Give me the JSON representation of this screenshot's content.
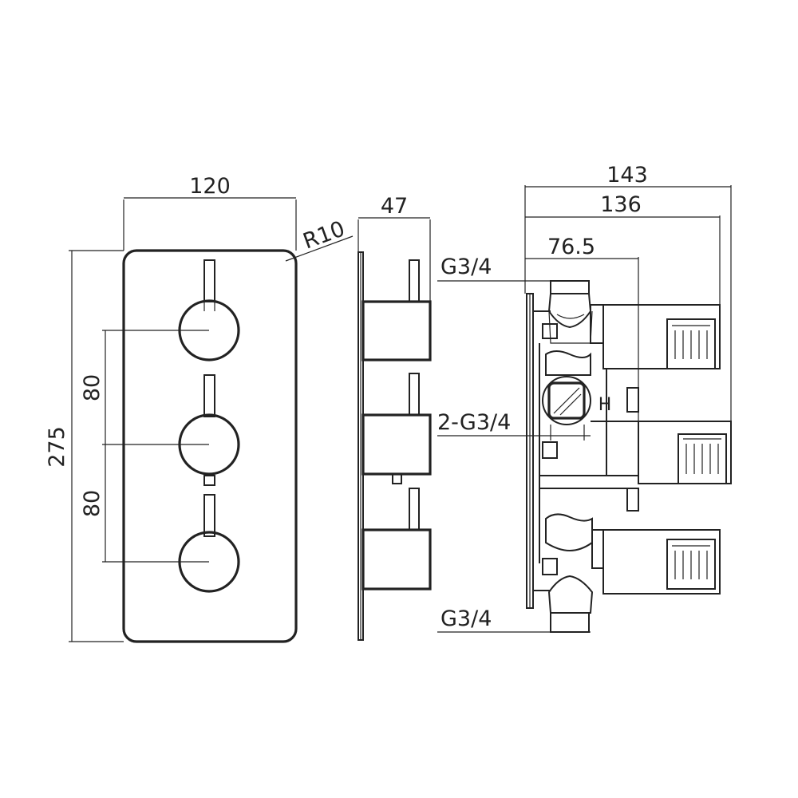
{
  "front_view": {
    "width_label": "120",
    "radius_label": "R10",
    "height_label": "275",
    "spacing_upper_label": "80",
    "spacing_lower_label": "80"
  },
  "side_view": {
    "depth_label": "47"
  },
  "body_view": {
    "overall_depth_label": "143",
    "body_depth_label": "136",
    "inlet_depth_label": "76.5",
    "top_port_label": "G3/4",
    "middle_ports_label": "2-G3/4",
    "bottom_port_label": "G3/4",
    "hot_marker": "H"
  }
}
